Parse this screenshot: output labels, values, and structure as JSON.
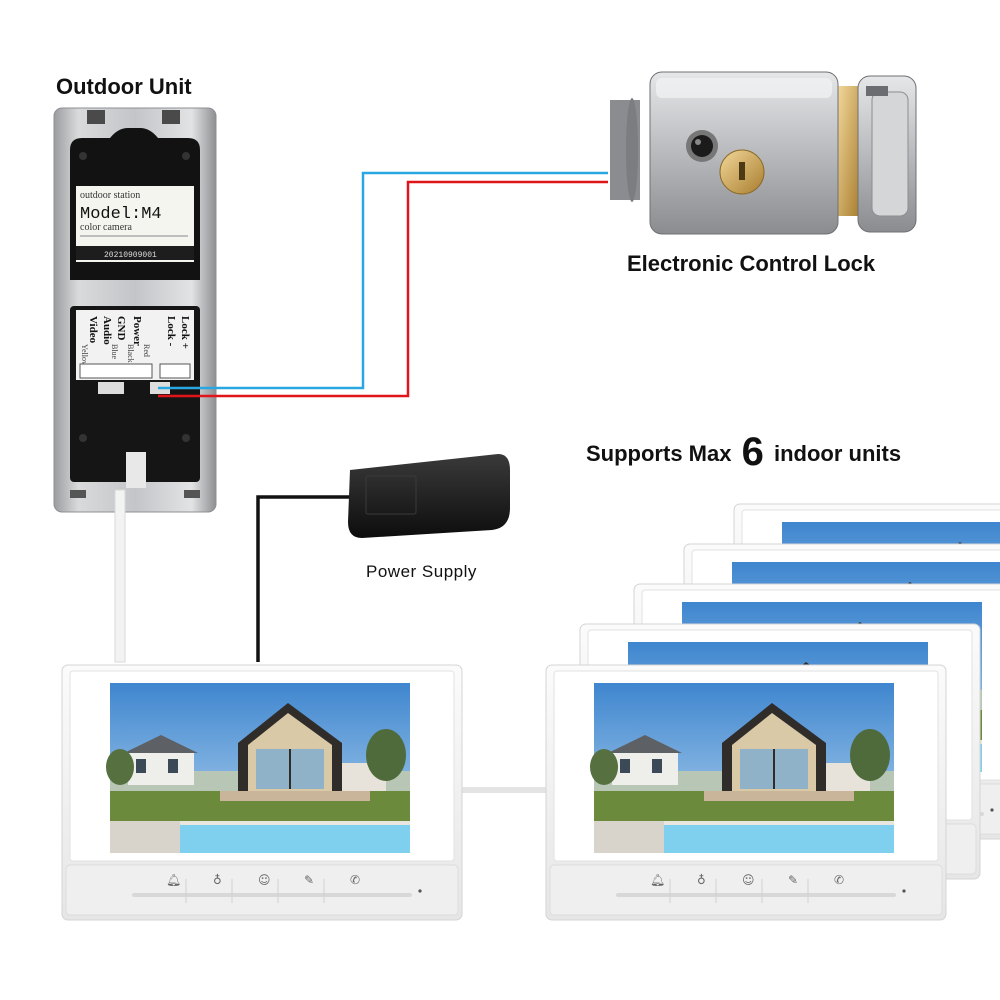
{
  "labels": {
    "outdoor_unit": "Outdoor Unit",
    "electronic_lock": "Electronic Control Lock",
    "power_supply": "Power Supply",
    "supports_prefix": "Supports Max",
    "supports_count": "6",
    "supports_suffix": "indoor units"
  },
  "outdoor_panel": {
    "header": "outdoor station",
    "model": "Model:M4",
    "subtitle": "color camera",
    "serial": "20210909001",
    "terminals": [
      "Video",
      "Audio",
      "GND",
      "Power",
      "Lock -",
      "Lock +"
    ],
    "wire_colors": [
      "Yellow",
      "Blue",
      "Black",
      "Red"
    ]
  },
  "colors": {
    "wire_blue": "#2aa7e0",
    "wire_red": "#e0141b",
    "wire_black": "#111111",
    "monitor_body": "#f4f4f4",
    "sky": "#5c9fd8",
    "grass": "#6b8a3c",
    "pool": "#7fd0ee"
  },
  "monitor_icons": [
    "bell-icon",
    "key-icon",
    "person-icon",
    "wrench-icon",
    "phone-icon"
  ]
}
